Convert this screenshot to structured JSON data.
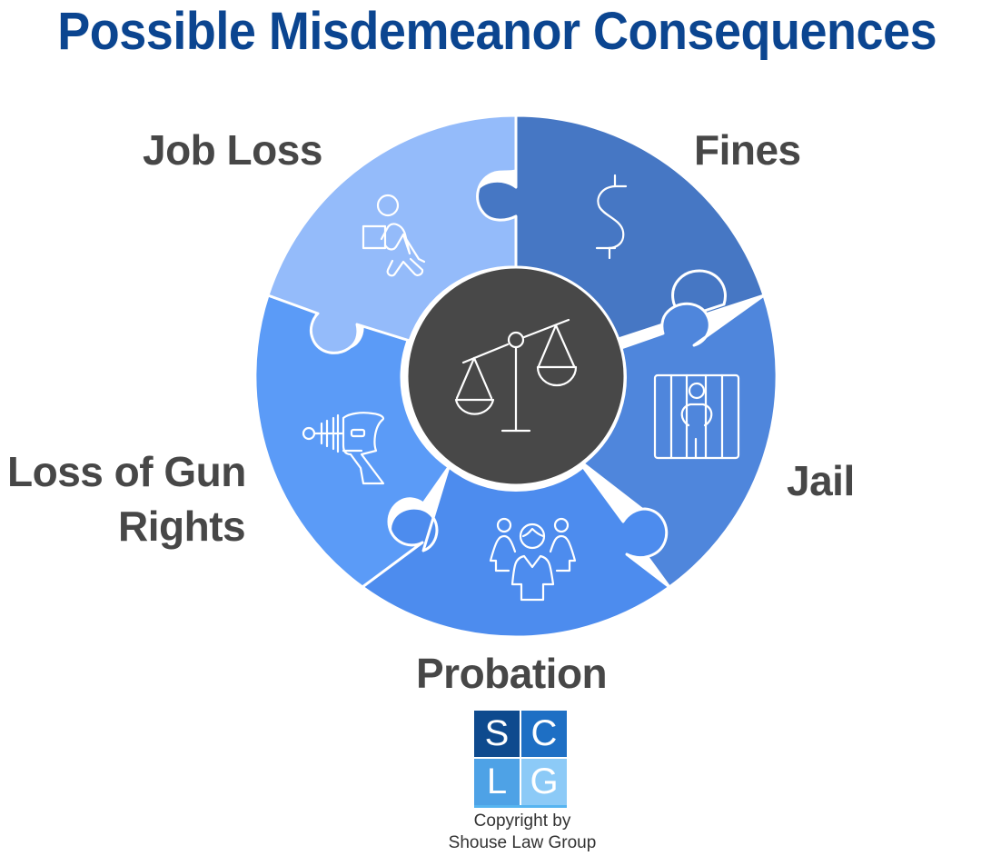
{
  "title": "Possible Misdemeanor Consequences",
  "center": {
    "icon": "scales-of-justice-icon",
    "color": "#484848"
  },
  "segments": [
    {
      "label": "Fines",
      "icon": "dollar-sign-icon",
      "color": "#4677c4"
    },
    {
      "label": "Jail",
      "icon": "prisoner-behind-bars-icon",
      "color": "#4f86dc"
    },
    {
      "label": "Probation",
      "icon": "group-of-people-icon",
      "color": "#4d8cee"
    },
    {
      "label_line1": "Loss of Gun",
      "label_line2": "Rights",
      "label": "Loss of Gun Rights",
      "icon": "gun-icon",
      "color": "#5b9bf7"
    },
    {
      "label": "Job Loss",
      "icon": "person-carrying-box-icon",
      "color": "#94bbfa"
    }
  ],
  "logo": {
    "letters": [
      "S",
      "C",
      "L",
      "G"
    ],
    "colors": [
      "#0e4a8e",
      "#1e6fc4",
      "#4ea2e6",
      "#8ccaf7"
    ]
  },
  "copyright": {
    "line1": "Copyright by",
    "line2": "Shouse Law Group"
  },
  "text_color": "#474747",
  "title_color": "#0b4590"
}
